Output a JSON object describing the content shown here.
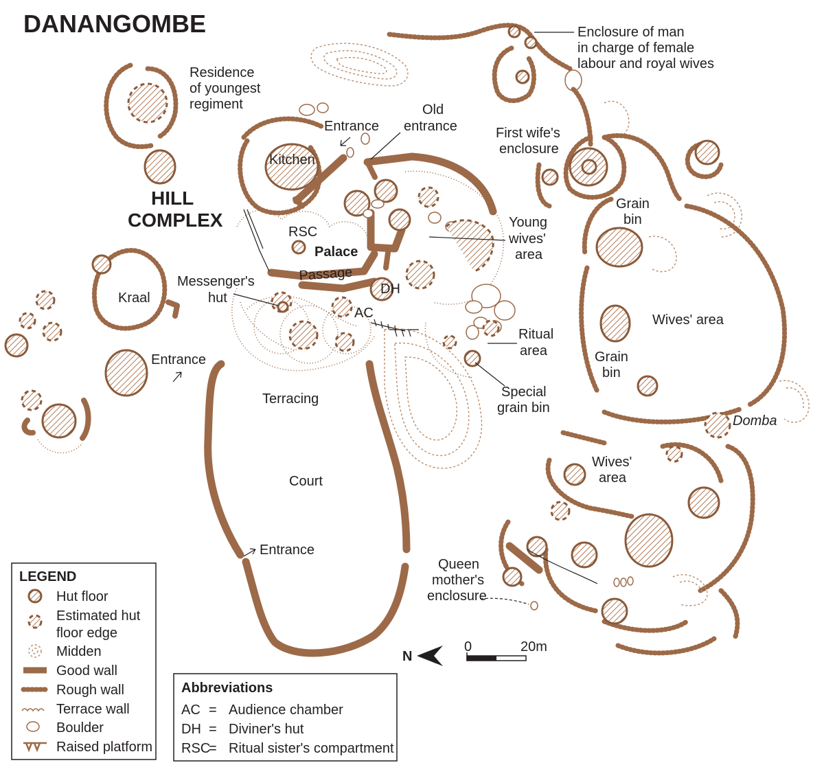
{
  "title": "DANANGOMBE",
  "hill_complex": [
    "HILL",
    "COMPLEX"
  ],
  "labels": {
    "residence": [
      "Residence",
      "of youngest",
      "regiment"
    ],
    "kitchen": "Kitchen",
    "entrance_top": "Entrance",
    "old_entrance": [
      "Old",
      "entrance"
    ],
    "rsc": "RSC",
    "palace": "Palace",
    "passage": "Passage",
    "dh": "DH",
    "ac": "AC",
    "messenger": [
      "Messenger's",
      "hut"
    ],
    "kraal": "Kraal",
    "entrance_left": "Entrance",
    "terracing": "Terracing",
    "court": "Court",
    "entrance_court": "Entrance",
    "enclosure_man": [
      "Enclosure of man",
      "in charge of female",
      "labour and royal wives"
    ],
    "first_wife": [
      "First wife's",
      "enclosure"
    ],
    "grain_bin_top": [
      "Grain",
      "bin"
    ],
    "young_wives": [
      "Young",
      "wives'",
      "area"
    ],
    "wives_area": "Wives' area",
    "grain_bin_mid": [
      "Grain",
      "bin"
    ],
    "ritual_area": [
      "Ritual",
      "area"
    ],
    "special_grain_bin": [
      "Special",
      "grain bin"
    ],
    "domba": "Domba",
    "wives_area_low": [
      "Wives'",
      "area"
    ],
    "queen_mother": [
      "Queen",
      "mother's",
      "enclosure"
    ]
  },
  "legend": {
    "title": "LEGEND",
    "items": [
      {
        "label": [
          "Hut floor"
        ],
        "symbol": "hut"
      },
      {
        "label": [
          "Estimated hut",
          "floor edge"
        ],
        "symbol": "hut-est"
      },
      {
        "label": [
          "Midden"
        ],
        "symbol": "midden"
      },
      {
        "label": [
          "Good wall"
        ],
        "symbol": "good-wall"
      },
      {
        "label": [
          "Rough wall"
        ],
        "symbol": "rough-wall"
      },
      {
        "label": [
          "Terrace wall"
        ],
        "symbol": "terrace-wall"
      },
      {
        "label": [
          "Boulder"
        ],
        "symbol": "boulder"
      },
      {
        "label": [
          "Raised platform"
        ],
        "symbol": "raised-platform"
      }
    ]
  },
  "abbreviations": {
    "title": "Abbreviations",
    "items": [
      {
        "abbr": "AC",
        "eq": "=",
        "meaning": "Audience chamber"
      },
      {
        "abbr": "DH",
        "eq": "=",
        "meaning": "Diviner's hut"
      },
      {
        "abbr": "RSC",
        "eq": "=",
        "meaning": "Ritual sister's compartment"
      }
    ]
  },
  "north": "N",
  "scale": {
    "start": "0",
    "end": "20m"
  },
  "colors": {
    "wall": "#9c6a48",
    "hatch": "#b07a55",
    "text": "#231f20"
  }
}
